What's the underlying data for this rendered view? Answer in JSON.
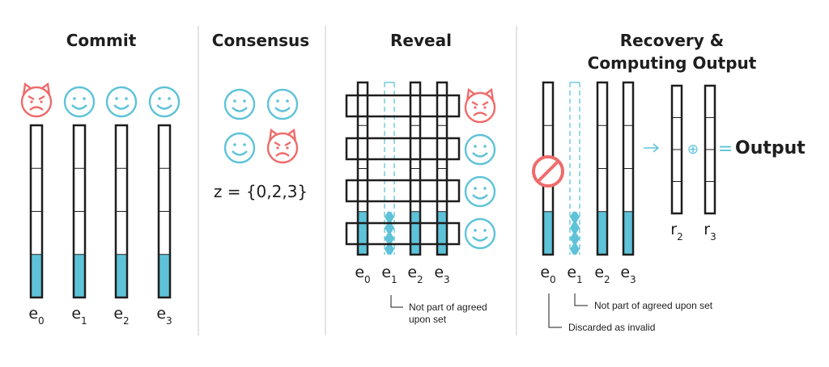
{
  "sections": {
    "commit": {
      "title": "Commit"
    },
    "consensus": {
      "title": "Consensus",
      "agreed_set": "z = {0,2,3}"
    },
    "reveal": {
      "title": "Reveal",
      "note": [
        "Not part of agreed",
        "upon set"
      ]
    },
    "recovery": {
      "title": [
        "Recovery &",
        "Computing Output"
      ],
      "note_e1": "Not part of agreed upon set",
      "note_e0": "Discarded as invalid",
      "output_label": "Output",
      "operator": "⊕",
      "equals": "="
    }
  },
  "entities": [
    {
      "base": "e",
      "sub": "0"
    },
    {
      "base": "e",
      "sub": "1"
    },
    {
      "base": "e",
      "sub": "2"
    },
    {
      "base": "e",
      "sub": "3"
    }
  ],
  "recovered": [
    {
      "base": "r",
      "sub": "2"
    },
    {
      "base": "r",
      "sub": "3"
    }
  ],
  "commit_faces": [
    "devil-face",
    "smile-face",
    "smile-face",
    "smile-face"
  ],
  "consensus_faces": [
    "smile-face",
    "smile-face",
    "smile-face",
    "devil-face"
  ],
  "reveal_faces": [
    "devil-face",
    "smile-face",
    "smile-face",
    "smile-face"
  ],
  "colors": {
    "honest": "#5ec3d9",
    "malicious": "#ef6b6b",
    "stroke": "#1e1e1e"
  }
}
